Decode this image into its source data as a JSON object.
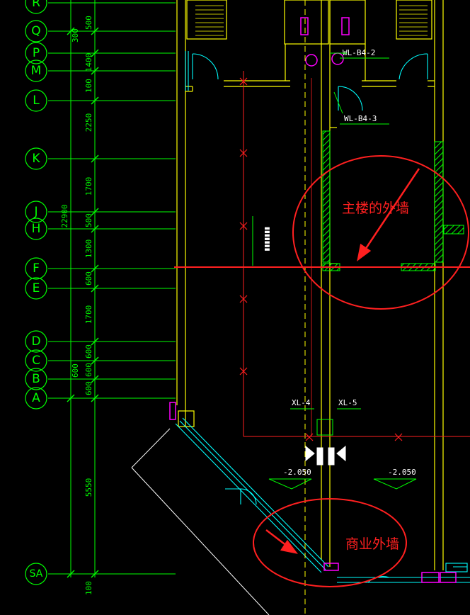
{
  "grid_axes": [
    "R",
    "Q",
    "P",
    "M",
    "L",
    "K",
    "J",
    "H",
    "F",
    "E",
    "D",
    "C",
    "B",
    "A",
    "SA"
  ],
  "dimensions": {
    "inner": [
      "500",
      "1400",
      "100",
      "2250",
      "1700",
      "500",
      "1300",
      "600",
      "1700",
      "600",
      "600",
      "600",
      "5550",
      "100"
    ],
    "outer": [
      "300",
      "22900",
      "600"
    ]
  },
  "labels": {
    "wl_b4_2": "WL-B4-2",
    "wl_b4_3": "WL-B4-3",
    "xl_4": "XL-4",
    "xl_5": "XL-5",
    "elev_left": "-2.050",
    "elev_right": "-2.050"
  },
  "annotations": {
    "main_wall": "主楼的外墙",
    "commercial_wall": "商业外墙"
  },
  "colors": {
    "background": "#000000",
    "grid": "#00ff00",
    "wall": "#ffff00",
    "cyan": "#00ffff",
    "magenta": "#ff00ff",
    "red": "#ff2020",
    "white": "#ffffff"
  }
}
